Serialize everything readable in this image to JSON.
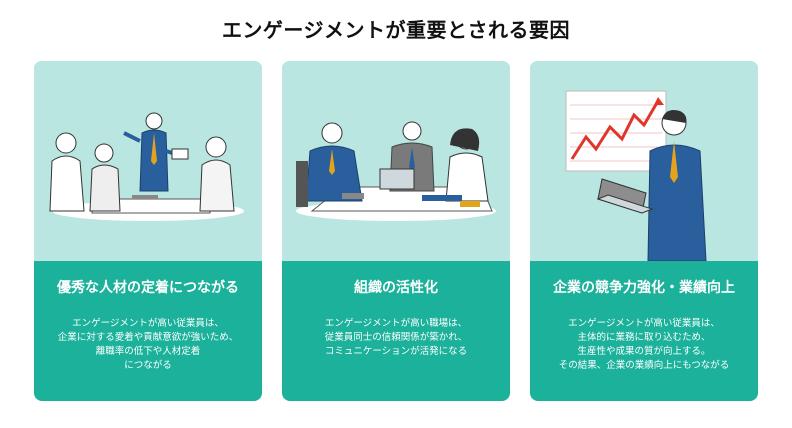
{
  "title": "エンゲージメントが重要とされる要因",
  "cards": [
    {
      "heading": "優秀な人材の定着につながる",
      "body": "エンゲージメントが高い従業員は、\n企業に対する愛着や貢献意欲が強いため、\n離職率の低下や人材定着\nにつながる"
    },
    {
      "heading": "組織の活性化",
      "body": "エンゲージメントが高い職場は、\n従業員同士の信頼関係が築かれ、\nコミュニケーションが活発になる"
    },
    {
      "heading": "企業の競争力強化・業績向上",
      "body": "エンゲージメントが高い従業員は、\n主体的に業務に取り込むため、\n生産性や成果の質が向上する。\nその結果、企業の業績向上にもつながる"
    }
  ],
  "colors": {
    "card_bg": "#1bb19b",
    "illustration_bg": "#b9e6e0",
    "suit": "#2a5f9e",
    "tie": "#e3a31b",
    "chart_arrow": "#e0352b"
  }
}
